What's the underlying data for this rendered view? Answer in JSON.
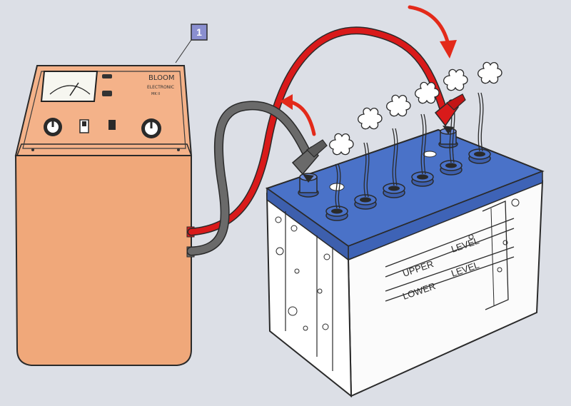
{
  "callout": {
    "number": "1"
  },
  "battery": {
    "upper_label_1": "UPPER",
    "upper_label_2": "LEVEL",
    "lower_label_1": "LOWER",
    "lower_label_2": "LEVEL",
    "cap_count": 6,
    "bubble_count": 6
  },
  "charger": {
    "brand_text": "BLOOM",
    "sub_text": "ELECTRONIC",
    "small_text": "MK  II"
  },
  "colors": {
    "background": "#dcdfe6",
    "charger_body": "#f0a87a",
    "battery_top": "#4a72c8",
    "battery_body": "#ffffff",
    "positive_cable": "#d91a1a",
    "negative_cable": "#666666",
    "arrow": "#e32a1a",
    "callout_box": "#8a8fd0"
  },
  "icons": {
    "arrow_in": "curved-arrow-down-icon",
    "arrow_out": "curved-arrow-up-icon"
  }
}
